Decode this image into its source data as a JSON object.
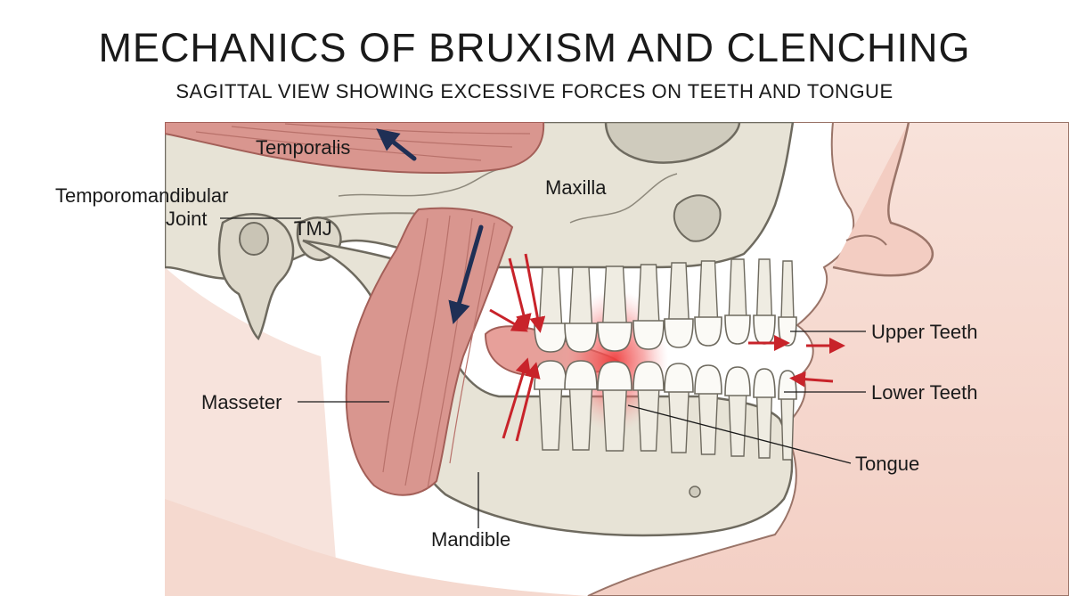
{
  "title": "MECHANICS OF BRUXISM AND CLENCHING",
  "subtitle": "SAGITTAL VIEW SHOWING EXCESSIVE FORCES ON TEETH AND TONGUE",
  "labels": {
    "temporalis": "Temporalis",
    "tmj_line1": "Temporomandibular",
    "tmj_line2": "Joint",
    "tmj": "TMJ",
    "maxilla": "Maxilla",
    "masseter": "Masseter",
    "mandible": "Mandible",
    "upper_teeth": "Upper Teeth",
    "lower_teeth": "Lower Teeth",
    "tongue": "Tongue"
  },
  "colors": {
    "bone": "#e7e3d6",
    "bone_outline": "#6e6a5f",
    "muscle": "#d9968f",
    "skin": "#f6ddd4",
    "force_arrow": "#c8232a",
    "motion_arrow": "#1f2f55",
    "pain_glow": "#ef3b3b"
  }
}
